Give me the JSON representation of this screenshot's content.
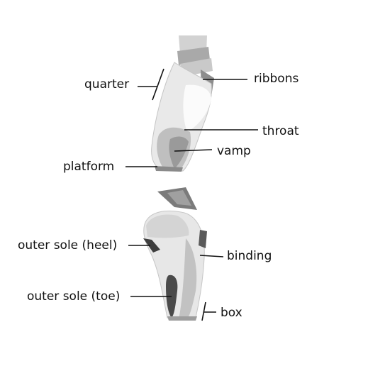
{
  "labels": {
    "quarter": "quarter",
    "ribbons": "ribbons",
    "throat": "throat",
    "vamp": "vamp",
    "platform": "platform",
    "outer_sole_heel": "outer sole (heel)",
    "binding": "binding",
    "outer_sole_toe": "outer sole (toe)",
    "box": "box"
  },
  "colors": {
    "label_text": "#111111",
    "leader_lines": "#111111",
    "shoe_light": "#e6e6e6",
    "shoe_mid": "#bdbdbd",
    "shoe_dark": "#6e6e6e",
    "sole_dark": "#4a4a4a"
  }
}
